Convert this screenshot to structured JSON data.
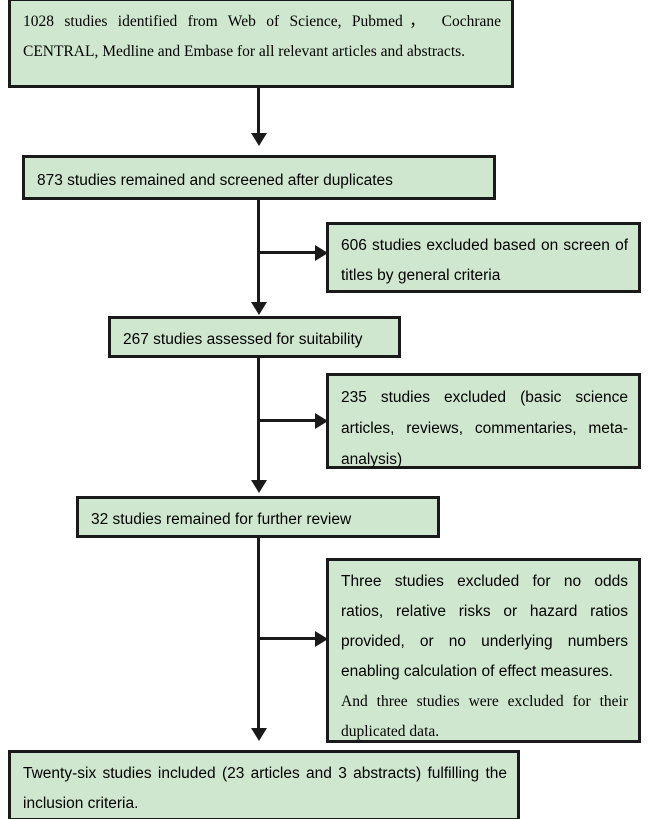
{
  "diagram": {
    "type": "flowchart",
    "title": "Study selection flow diagram",
    "colors": {
      "box_fill": "#d0e7cf",
      "box_border": "#1a1a1a",
      "connector": "#1a1a1a",
      "text": "#000000",
      "background": "#ffffff"
    },
    "nodes": [
      {
        "id": "identified",
        "text": "1028 studies identified from Web of Science, Pubmed， Cochrane CENTRAL, Medline and Embase for all relevant articles and abstracts."
      },
      {
        "id": "screened",
        "text": "873 studies remained and screened after duplicates"
      },
      {
        "id": "excluded-titles",
        "text": "606 studies excluded based on screen of titles by general criteria"
      },
      {
        "id": "assessed",
        "text": "267 studies assessed for suitability"
      },
      {
        "id": "excluded-type",
        "text": "235 studies excluded (basic science articles, reviews, commentaries, meta-analysis)"
      },
      {
        "id": "further-review",
        "text": "32 studies remained for further review"
      },
      {
        "id": "excluded-effect",
        "text_part1": "Three studies excluded for no odds ratios, relative risks or hazard ratios provided, or no underlying numbers enabling calculation of effect measures.",
        "text_part2": "And three studies were excluded for their duplicated data."
      },
      {
        "id": "included",
        "text": "Twenty-six studies included (23 articles and 3 abstracts) fulfilling the inclusion criteria."
      }
    ]
  }
}
